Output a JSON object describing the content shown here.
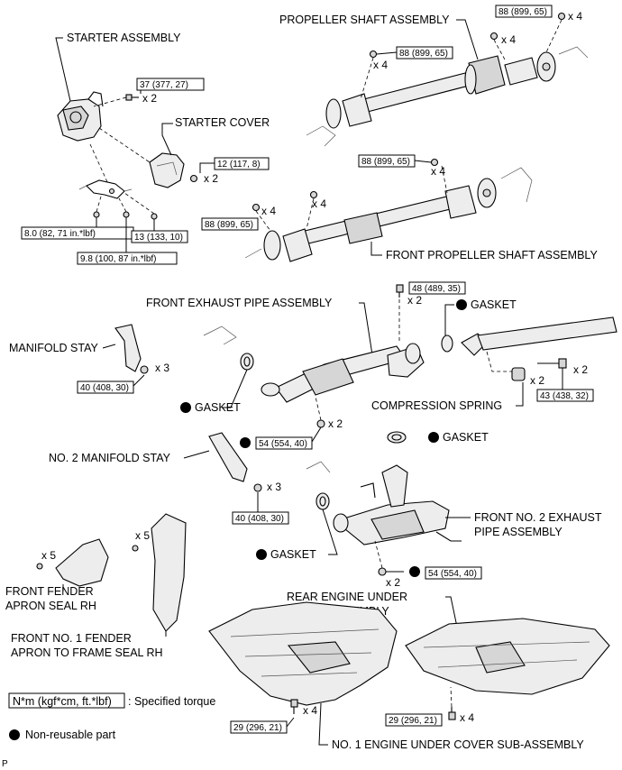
{
  "parts": {
    "starter_assembly": "STARTER ASSEMBLY",
    "starter_cover": "STARTER COVER",
    "propeller_shaft": "PROPELLER SHAFT ASSEMBLY",
    "front_propeller_shaft": "FRONT PROPELLER SHAFT ASSEMBLY",
    "front_exhaust_pipe": "FRONT EXHAUST PIPE ASSEMBLY",
    "manifold_stay": "MANIFOLD STAY",
    "no2_manifold_stay": "NO. 2 MANIFOLD STAY",
    "compression_spring": "COMPRESSION SPRING",
    "gasket": "GASKET",
    "front_no2_exhaust_line1": "FRONT NO. 2 EXHAUST",
    "front_no2_exhaust_line2": "PIPE ASSEMBLY",
    "rear_under_cover_line1": "REAR ENGINE UNDER",
    "rear_under_cover_line2": "COVER ASSEMBLY",
    "fender_apron_line1": "FRONT FENDER",
    "fender_apron_line2": "APRON SEAL RH",
    "no1_fender_line1": "FRONT NO. 1 FENDER",
    "no1_fender_line2": "APRON TO FRAME SEAL RH",
    "no1_under_cover": "NO. 1 ENGINE UNDER COVER SUB-ASSEMBLY"
  },
  "torques": {
    "t37": "37 (377, 27)",
    "t12": "12 (117, 8)",
    "t8": "8.0 (82, 71 in.*lbf)",
    "t13": "13 (133, 10)",
    "t98": "9.8 (100, 87 in.*lbf)",
    "t88": "88 (899, 65)",
    "t48": "48 (489, 35)",
    "t40": "40 (408, 30)",
    "t54": "54 (554, 40)",
    "t43": "43 (438, 32)",
    "t29": "29 (296, 21)"
  },
  "quantities": {
    "x2": "x 2",
    "x3": "x 3",
    "x4": "x 4",
    "x5": "x 5"
  },
  "legend": {
    "torque_key": "N*m (kgf*cm, ft.*lbf)",
    "torque_desc": ": Specified torque",
    "non_reusable": "Non-reusable part"
  },
  "footer": {
    "page_mark": "P"
  }
}
